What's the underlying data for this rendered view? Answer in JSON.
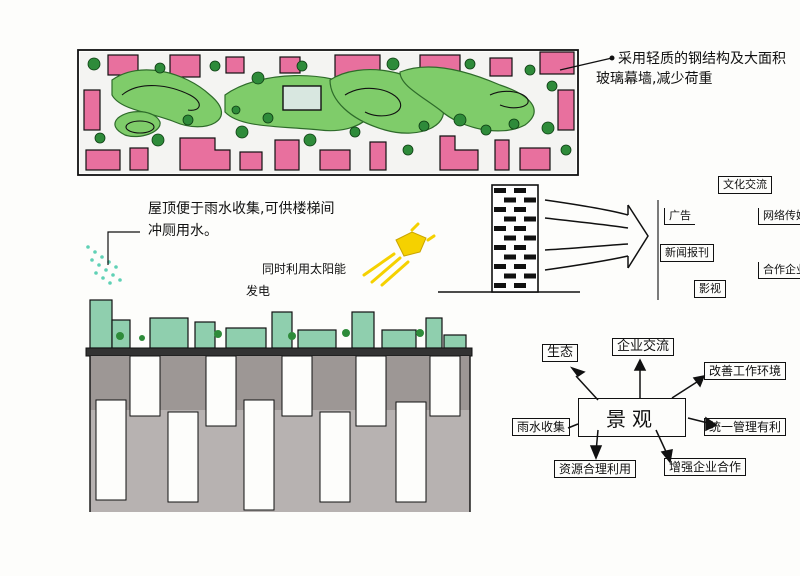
{
  "annotations": {
    "roof_structure_line1": "采用轻质的钢结构及大面积",
    "roof_structure_line2": "玻璃幕墙,减少荷重",
    "rainwater_line1": "屋顶便于雨水收集,可供楼梯间",
    "rainwater_line2": "冲厕用水。",
    "solar_line1": "同时利用太阳能",
    "solar_line2": "发电"
  },
  "media_labels": {
    "items": [
      "文化交流",
      "广告",
      "网络传媒",
      "新闻报刊",
      "合作企业",
      "影视"
    ]
  },
  "concept_map": {
    "center": "景观",
    "items": [
      "生态",
      "企业交流",
      "改善工作环境",
      "统一管理有利",
      "雨水收集",
      "资源合理利用",
      "增强企业合作"
    ]
  },
  "colors": {
    "pink": "#e8709e",
    "green": "#7fcc6a",
    "dark_green": "#2e8b3a",
    "glass": "#8fcfae",
    "gray": "#a6a1a0",
    "solar": "#f5d100",
    "rain": "#5fd1b5"
  }
}
